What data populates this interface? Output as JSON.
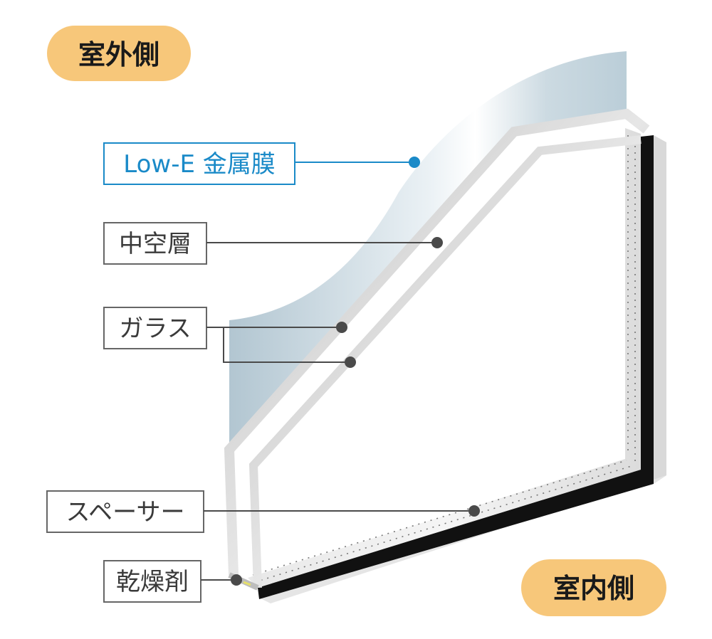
{
  "labels": {
    "outdoor": "室外側",
    "indoor": "室内側",
    "low_e": "Low-E 金属膜",
    "air_layer": "中空層",
    "glass": "ガラス",
    "spacer": "スペーサー",
    "desiccant": "乾燥剤"
  },
  "colors": {
    "pill_fill": "#f7c77a",
    "low_e_blue": "#1a8ac8",
    "label_border": "#666666",
    "leader_line": "#4a4a4a",
    "glass_tint": "#b8ccd6",
    "spacer_dark": "#111111"
  }
}
